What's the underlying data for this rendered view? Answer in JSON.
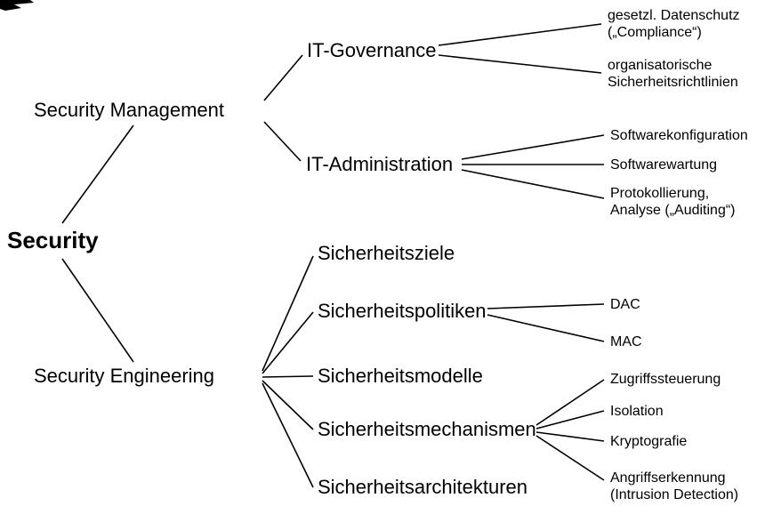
{
  "tree": {
    "root": {
      "label": "Security"
    },
    "management": {
      "label": "Security Management",
      "governance": {
        "label": "IT-Governance",
        "leaves": [
          "gesetzl. Datenschutz\n(„Compliance“)",
          "organisatorische\nSicherheitsrichtlinien"
        ]
      },
      "administration": {
        "label": "IT-Administration",
        "leaves": [
          "Softwarekonfiguration",
          "Softwarewartung",
          "Protokollierung,\nAnalyse („Auditing“)"
        ]
      }
    },
    "engineering": {
      "label": "Security Engineering",
      "items": [
        {
          "label": "Sicherheitsziele",
          "leaves": []
        },
        {
          "label": "Sicherheitspolitiken",
          "leaves": [
            "DAC",
            "MAC"
          ]
        },
        {
          "label": "Sicherheitsmodelle",
          "leaves": []
        },
        {
          "label": "Sicherheitsmechanismen",
          "leaves": [
            "Zugriffssteuerung",
            "Isolation",
            "Kryptografie",
            "Angriffserkennung\n(Intrusion Detection)"
          ]
        },
        {
          "label": "Sicherheitsarchitekturen",
          "leaves": []
        }
      ]
    }
  },
  "colors": {
    "line": "#000000",
    "text": "#000000",
    "background": "#ffffff"
  }
}
